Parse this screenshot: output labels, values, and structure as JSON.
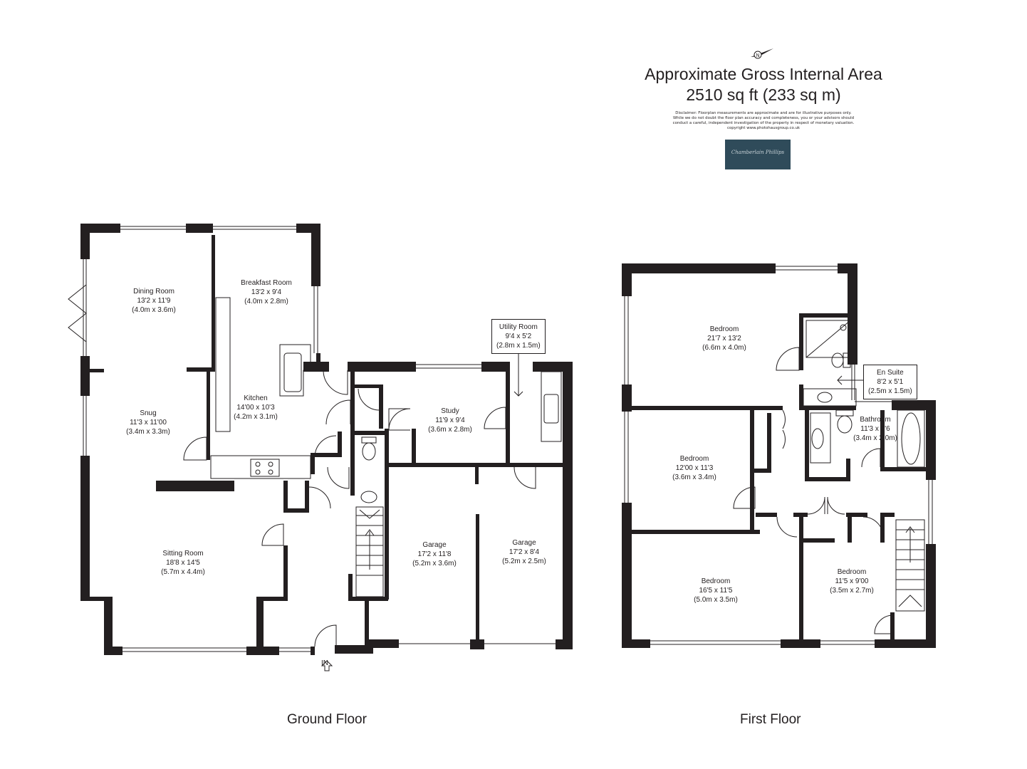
{
  "header": {
    "title_line1": "Approximate Gross Internal Area",
    "title_line2": "2510 sq ft (233 sq m)",
    "disclaimer_1": "Disclaimer: Floorplan measurements are approximate and are for illustrative purposes only.",
    "disclaimer_2": "While we do not doubt the floor plan accuracy and completeness, you or your advisors should",
    "disclaimer_3": "conduct a careful, independent investigation of the property in respect of monetary valuation.",
    "disclaimer_4": "copyright www.photohausgroup.co.uk",
    "logo_text": "Chamberlain Phillips",
    "compass_letter": "N"
  },
  "floors": {
    "ground": "Ground Floor",
    "first": "First Floor"
  },
  "entrance": "IN",
  "ground_rooms": {
    "dining": {
      "name": "Dining Room",
      "dims": "13'2 x 11'9",
      "metric": "(4.0m x 3.6m)"
    },
    "breakfast": {
      "name": "Breakfast Room",
      "dims": "13'2 x 9'4",
      "metric": "(4.0m x 2.8m)"
    },
    "kitchen": {
      "name": "Kitchen",
      "dims": "14'00 x 10'3",
      "metric": "(4.2m x 3.1m)"
    },
    "snug": {
      "name": "Snug",
      "dims": "11'3 x 11'00",
      "metric": "(3.4m x 3.3m)"
    },
    "study": {
      "name": "Study",
      "dims": "11'9 x 9'4",
      "metric": "(3.6m x 2.8m)"
    },
    "utility": {
      "name": "Utility Room",
      "dims": "9'4 x 5'2",
      "metric": "(2.8m x 1.5m)"
    },
    "sitting": {
      "name": "Sitting Room",
      "dims": "18'8 x 14'5",
      "metric": "(5.7m x 4.4m)"
    },
    "garage1": {
      "name": "Garage",
      "dims": "17'2 x 11'8",
      "metric": "(5.2m x 3.6m)"
    },
    "garage2": {
      "name": "Garage",
      "dims": "17'2 x 8'4",
      "metric": "(5.2m x 2.5m)"
    }
  },
  "first_rooms": {
    "bed1": {
      "name": "Bedroom",
      "dims": "21'7 x 13'2",
      "metric": "(6.6m x 4.0m)"
    },
    "ensuite": {
      "name": "En Suite",
      "dims": "8'2 x 5'1",
      "metric": "(2.5m x 1.5m)"
    },
    "bed2": {
      "name": "Bedroom",
      "dims": "12'00 x 11'3",
      "metric": "(3.6m x 3.4m)"
    },
    "bathroom": {
      "name": "Bathroom",
      "dims": "11'3 x 6'6",
      "metric": "(3.4m x 2.0m)"
    },
    "bed3": {
      "name": "Bedroom",
      "dims": "16'5 x 11'5",
      "metric": "(5.0m x 3.5m)"
    },
    "bed4": {
      "name": "Bedroom",
      "dims": "11'5 x 9'00",
      "metric": "(3.5m x 2.7m)"
    }
  }
}
